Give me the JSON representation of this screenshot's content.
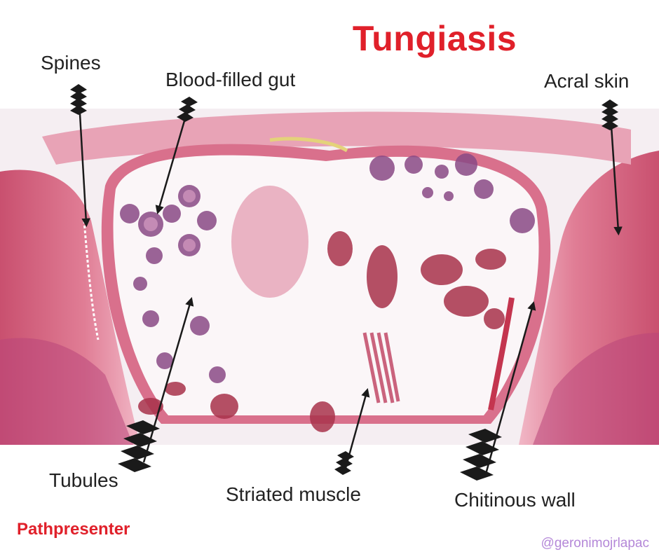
{
  "title": "Tungiasis",
  "labels": {
    "spines": "Spines",
    "blood_filled_gut": "Blood-filled gut",
    "acral_skin": "Acral skin",
    "tubules": "Tubules",
    "striated_muscle": "Striated muscle",
    "chitinous_wall": "Chitinous wall"
  },
  "brand": "Pathpresenter",
  "handle": "@geronimojrlapac",
  "colors": {
    "title": "#e0202a",
    "brand": "#e0202a",
    "handle": "#b487d8",
    "tissue_pink": "#d9708c",
    "tissue_light": "#f2c8d4",
    "nuclei_purple": "#7a3a7a"
  }
}
